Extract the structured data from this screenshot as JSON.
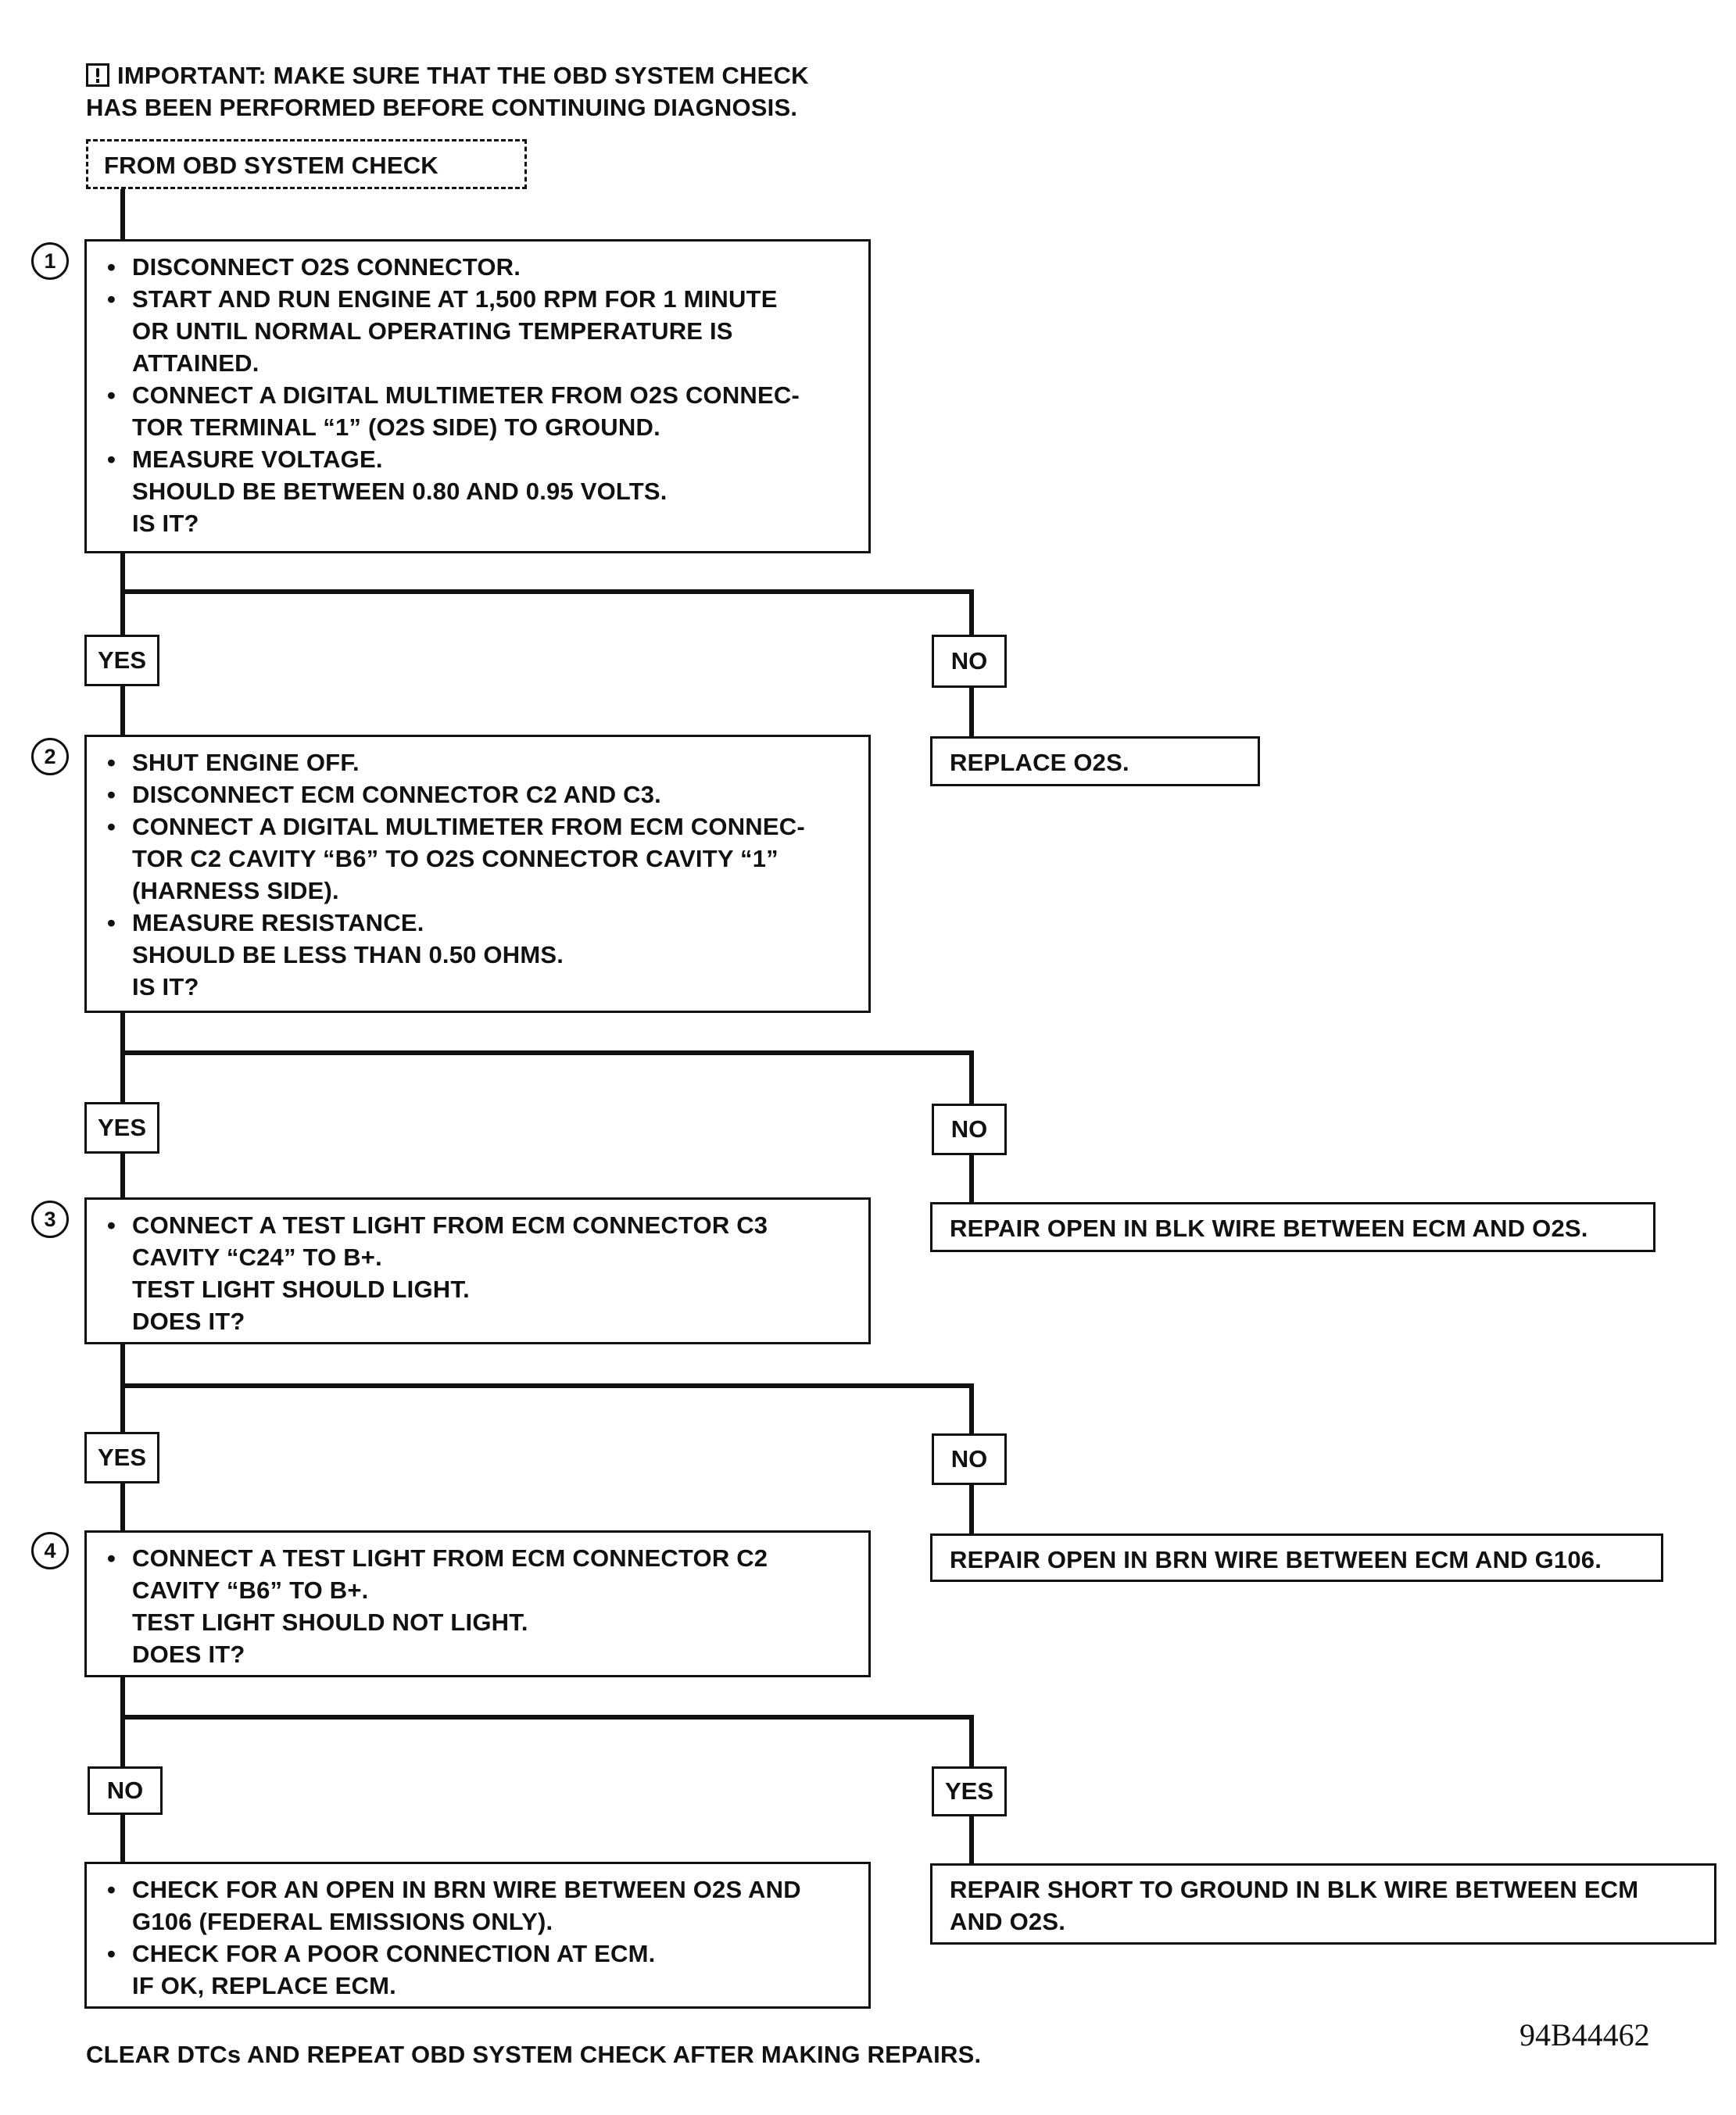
{
  "header": {
    "important_line1": "IMPORTANT:  MAKE SURE THAT THE OBD SYSTEM CHECK",
    "important_line2": "HAS BEEN PERFORMED BEFORE CONTINUING DIAGNOSIS."
  },
  "start": {
    "label": "FROM OBD SYSTEM CHECK"
  },
  "steps": [
    {
      "number": "1",
      "items": [
        {
          "lines": [
            "DISCONNECT O2S CONNECTOR."
          ]
        },
        {
          "lines": [
            "START AND RUN ENGINE AT 1,500 RPM FOR 1 MINUTE",
            "OR UNTIL NORMAL OPERATING TEMPERATURE IS",
            "ATTAINED."
          ]
        },
        {
          "lines": [
            "CONNECT A DIGITAL MULTIMETER FROM O2S CONNEC-",
            "TOR TERMINAL “1” (O2S SIDE) TO GROUND."
          ]
        },
        {
          "lines": [
            "MEASURE VOLTAGE.",
            "SHOULD BE BETWEEN 0.80 AND 0.95 VOLTS.",
            "IS IT?"
          ]
        }
      ]
    },
    {
      "number": "2",
      "items": [
        {
          "lines": [
            "SHUT ENGINE OFF."
          ]
        },
        {
          "lines": [
            "DISCONNECT ECM CONNECTOR C2 AND C3."
          ]
        },
        {
          "lines": [
            "CONNECT A DIGITAL MULTIMETER FROM ECM CONNEC-",
            "TOR C2 CAVITY “B6” TO O2S CONNECTOR CAVITY “1”",
            "(HARNESS SIDE)."
          ]
        },
        {
          "lines": [
            "MEASURE RESISTANCE.",
            "SHOULD BE LESS THAN 0.50 OHMS.",
            "IS IT?"
          ]
        }
      ]
    },
    {
      "number": "3",
      "items": [
        {
          "lines": [
            "CONNECT A TEST LIGHT FROM ECM CONNECTOR C3",
            "CAVITY “C24” TO B+.",
            "TEST LIGHT SHOULD LIGHT.",
            "DOES IT?"
          ]
        }
      ]
    },
    {
      "number": "4",
      "items": [
        {
          "lines": [
            "CONNECT A TEST LIGHT FROM ECM CONNECTOR C2",
            "CAVITY “B6” TO B+.",
            "TEST LIGHT SHOULD NOT LIGHT.",
            "DOES IT?"
          ]
        }
      ]
    }
  ],
  "branch_labels": {
    "b1_left": "YES",
    "b1_right": "NO",
    "b2_left": "YES",
    "b2_right": "NO",
    "b3_left": "YES",
    "b3_right": "NO",
    "b4_left": "NO",
    "b4_right": "YES"
  },
  "results": {
    "r1": "REPLACE O2S.",
    "r2": "REPAIR OPEN IN BLK WIRE BETWEEN ECM AND O2S.",
    "r3": "REPAIR OPEN IN BRN WIRE BETWEEN ECM AND G106.",
    "r4_line1": "REPAIR SHORT TO GROUND IN BLK WIRE BETWEEN ECM",
    "r4_line2": "AND O2S."
  },
  "final_box": {
    "items": [
      {
        "lines": [
          "CHECK FOR AN OPEN IN BRN WIRE BETWEEN O2S AND",
          "G106 (FEDERAL EMISSIONS ONLY)."
        ]
      },
      {
        "lines": [
          "CHECK FOR A POOR CONNECTION AT ECM.",
          "IF OK, REPLACE ECM."
        ]
      }
    ]
  },
  "footer": {
    "note": "CLEAR DTCs AND REPEAT OBD SYSTEM CHECK AFTER MAKING REPAIRS.",
    "figure_id": "94B44462"
  }
}
